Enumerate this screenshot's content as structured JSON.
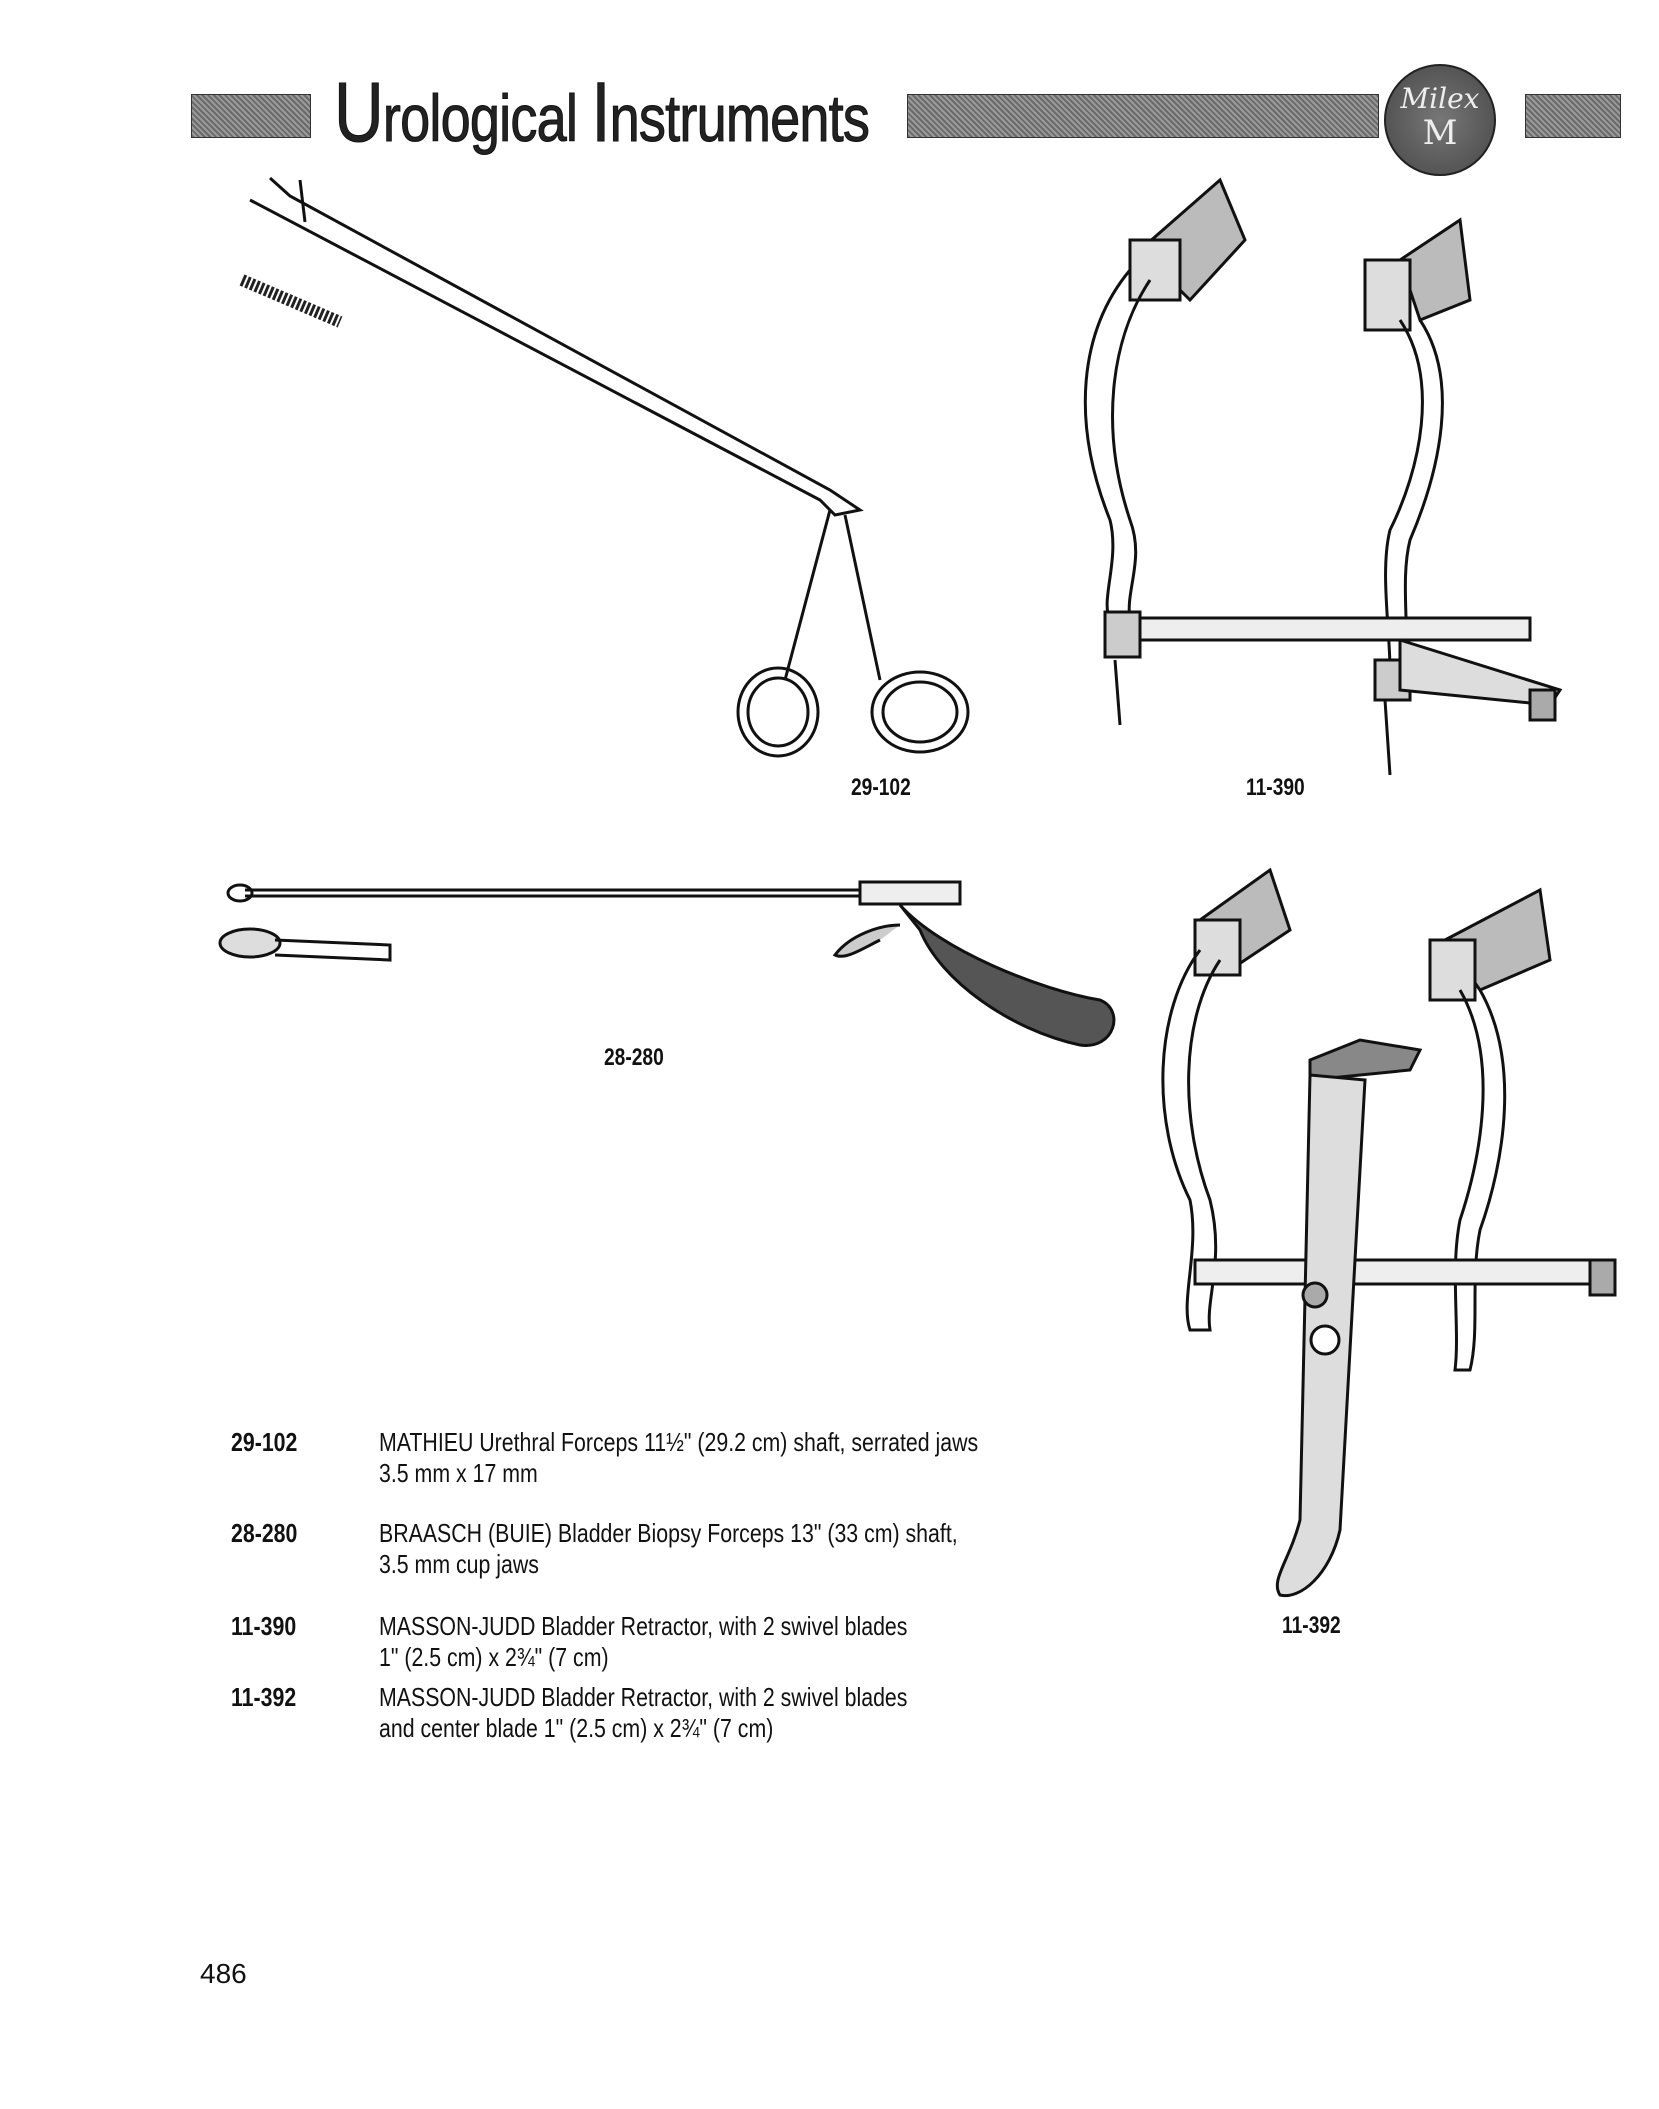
{
  "header": {
    "title_first_cap": "U",
    "title_rest1": "rological ",
    "title_second_cap": "I",
    "title_rest2": "nstruments",
    "logo_text": "Milex",
    "logo_letter": "M"
  },
  "figures": [
    {
      "code": "29-102"
    },
    {
      "code": "11-390"
    },
    {
      "code": "28-280"
    },
    {
      "code": "11-392"
    }
  ],
  "items": [
    {
      "code": "29-102",
      "line1": "MATHIEU Urethral Forceps 11½\" (29.2 cm) shaft, serrated jaws",
      "line2": "3.5 mm x 17 mm"
    },
    {
      "code": "28-280",
      "line1": "BRAASCH (BUIE) Bladder Biopsy Forceps 13\" (33 cm) shaft,",
      "line2": "3.5 mm cup jaws"
    },
    {
      "code": "11-390",
      "line1": "MASSON-JUDD Bladder Retractor, with 2 swivel blades",
      "line2": "1\" (2.5 cm) x 2¾\" (7 cm)"
    },
    {
      "code": "11-392",
      "line1": "MASSON-JUDD Bladder Retractor, with 2 swivel blades",
      "line2": "and center blade 1\" (2.5 cm) x 2¾\" (7 cm)"
    }
  ],
  "page_number": "486"
}
